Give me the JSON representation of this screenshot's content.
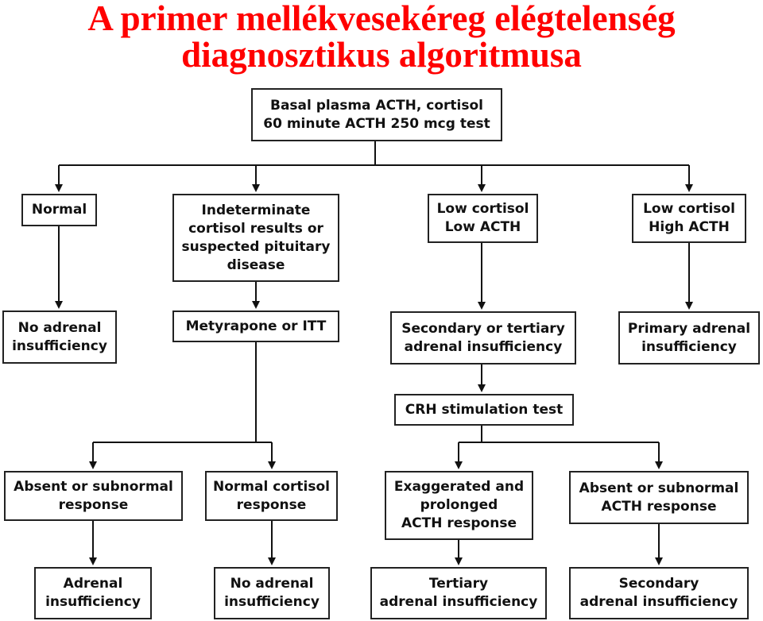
{
  "title": {
    "line1": "A primer mellékvesekéreg elégtelenség",
    "line2": "diagnosztikus algoritmusa"
  },
  "nodes": {
    "basal": [
      "Basal plasma ACTH, cortisol",
      "60 minute ACTH 250 mcg test"
    ],
    "normal": [
      "Normal"
    ],
    "indeterminate": [
      "Indeterminate",
      "cortisol results or",
      "suspected pituitary",
      "disease"
    ],
    "low_low": [
      "Low cortisol",
      "Low ACTH"
    ],
    "low_high": [
      "Low cortisol",
      "High ACTH"
    ],
    "no_adrenal_1": [
      "No adrenal",
      "insufficiency"
    ],
    "metyrapone": [
      "Metyrapone or ITT"
    ],
    "secondary_tertiary": [
      "Secondary or tertiary",
      "adrenal insufficiency"
    ],
    "primary": [
      "Primary adrenal",
      "insufficiency"
    ],
    "crh": [
      "CRH stimulation test"
    ],
    "absent_subnormal": [
      "Absent or subnormal",
      "response"
    ],
    "normal_cortisol": [
      "Normal cortisol",
      "response"
    ],
    "exaggerated": [
      "Exaggerated and",
      "prolonged",
      "ACTH response"
    ],
    "absent_acth": [
      "Absent or subnormal",
      "ACTH response"
    ],
    "adrenal_insuff": [
      "Adrenal",
      "insufficiency"
    ],
    "no_adrenal_2": [
      "No adrenal",
      "insufficiency"
    ],
    "tertiary": [
      "Tertiary",
      "adrenal insufficiency"
    ],
    "secondary": [
      "Secondary",
      "adrenal insufficiency"
    ]
  }
}
